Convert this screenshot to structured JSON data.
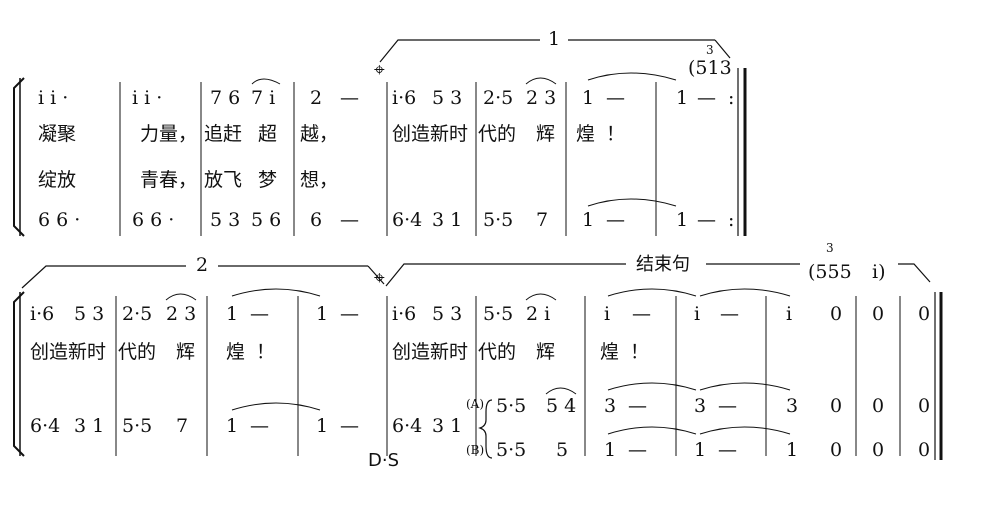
{
  "score": {
    "volta1": "1",
    "volta2": "2",
    "ending_label": "结束句",
    "ds": "D·S",
    "segno": "⌖",
    "triplet": "3",
    "div_a": "(A)",
    "div_b": "(B)",
    "row1": {
      "melody": [
        "i i ·",
        "i i ·",
        "7 6",
        "7 i",
        "2",
        "—",
        "i·6",
        "5 3",
        "2·5",
        "2 3",
        "1",
        "—",
        "1",
        "—",
        ":"
      ],
      "triplet_notes": "(513",
      "lyrics1": [
        "凝聚",
        "力量，",
        "追赶",
        "超",
        "越，",
        "创造新时",
        "代的",
        "辉",
        "煌",
        "！"
      ],
      "lyrics2": [
        "绽放",
        "青春，",
        "放飞",
        "梦",
        "想，"
      ],
      "bass": [
        "6 6 ·",
        "6 6 ·",
        "5 3",
        "5 6",
        "6",
        "—",
        "6·4",
        "3 1",
        "5·5",
        "7",
        "1",
        "—",
        "1",
        "—",
        ":"
      ]
    },
    "row2": {
      "melody": [
        "i·6",
        "5 3",
        "2·5",
        "2 3",
        "1",
        "—",
        "1",
        "—",
        "i·6",
        "5 3",
        "5·5",
        "2 i",
        "i",
        "—",
        "i",
        "—",
        "i",
        "0",
        "0",
        "0"
      ],
      "triplet_notes": "(555",
      "triplet_after": "i)",
      "lyrics": [
        "创造新时",
        "代的",
        "辉",
        "煌",
        "！",
        "创造新时",
        "代的",
        "辉",
        "煌",
        "！"
      ],
      "bass": [
        "6·4",
        "3 1",
        "5·5",
        "7",
        "1",
        "—",
        "1",
        "—",
        "6·4",
        "3 1"
      ],
      "bass_a": [
        "5·5",
        "5 4",
        "3",
        "—",
        "3",
        "—",
        "3",
        "0",
        "0",
        "0"
      ],
      "bass_b": [
        "5·5",
        "5",
        "1",
        "—",
        "1",
        "—",
        "1",
        "0",
        "0",
        "0"
      ]
    }
  }
}
